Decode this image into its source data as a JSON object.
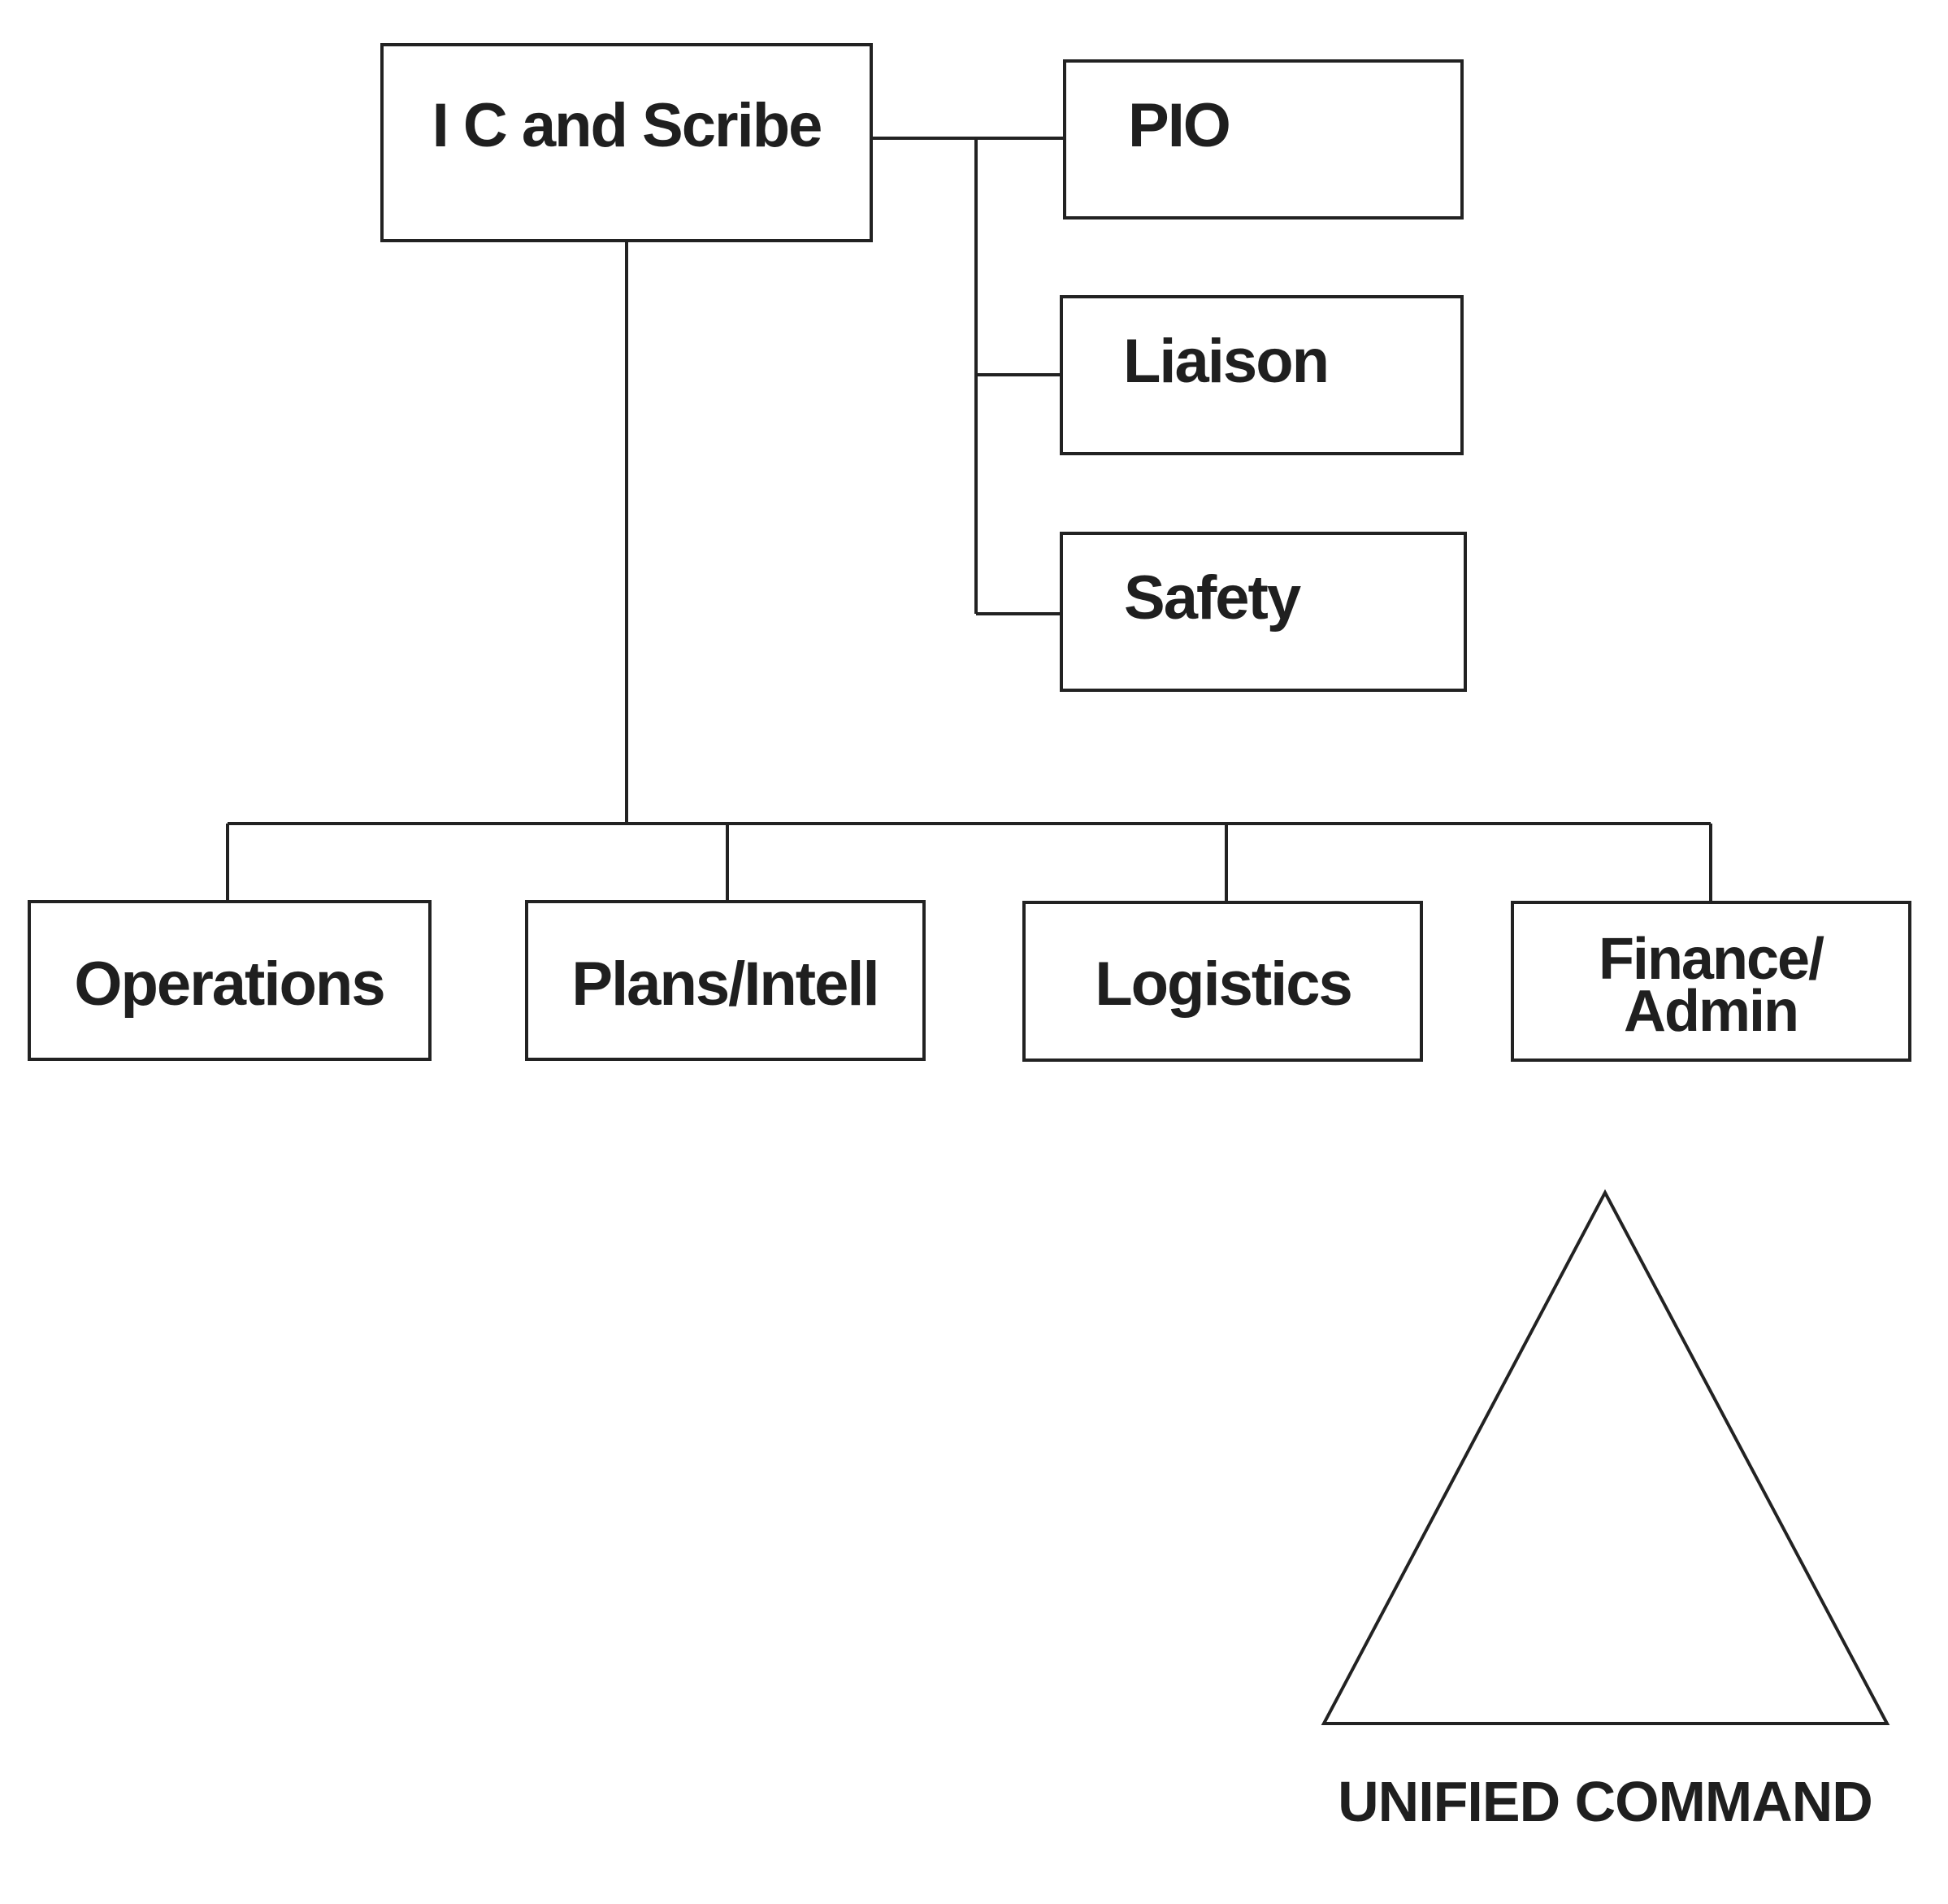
{
  "org_chart": {
    "commander": "I C and Scribe",
    "command_staff": [
      "PIO",
      "Liaison",
      "Safety"
    ],
    "general_staff": [
      "Operations",
      "Plans/Intell",
      "Logistics",
      "Finance/"
    ],
    "general_staff_extra_line": "Admin"
  },
  "unified_command": {
    "label": "UNIFIED COMMAND"
  }
}
